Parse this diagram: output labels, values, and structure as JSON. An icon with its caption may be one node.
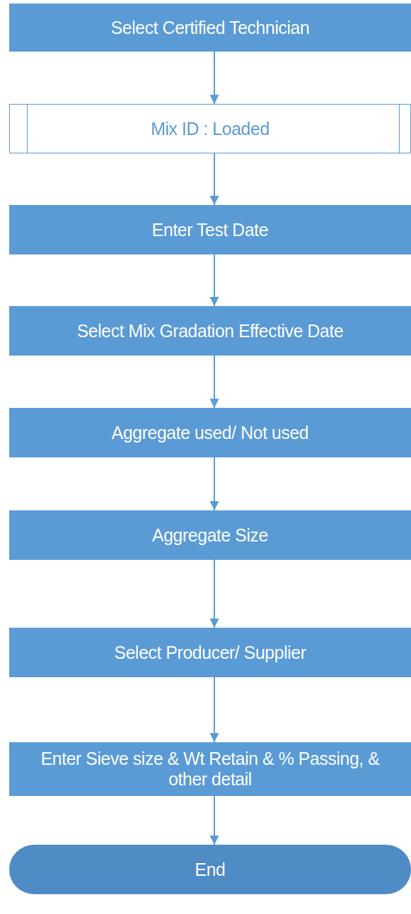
{
  "diagram": {
    "nodes": [
      {
        "text": [
          "Select Certified Technician"
        ]
      },
      {
        "text": [
          "Mix ID : Loaded"
        ]
      },
      {
        "text": [
          "Enter Test Date"
        ]
      },
      {
        "text": [
          "Select Mix Gradation Effective Date"
        ]
      },
      {
        "text": [
          "Aggregate used/ Not used"
        ]
      },
      {
        "text": [
          "Aggregate Size"
        ]
      },
      {
        "text": [
          "Select Producer/ Supplier"
        ]
      },
      {
        "text": [
          "Enter Sieve size & Wt Retain & % Passing, & other detail"
        ]
      },
      {
        "text": [
          "End"
        ]
      }
    ],
    "edges": [
      {
        "from": 0,
        "to": 1,
        "arrow": "to"
      },
      {
        "from": 1,
        "to": 2,
        "arrow": "to"
      },
      {
        "from": 2,
        "to": 3,
        "arrow": "to"
      },
      {
        "from": 3,
        "to": 4,
        "arrow": "to"
      },
      {
        "from": 4,
        "to": 5,
        "arrow": "to"
      },
      {
        "from": 5,
        "to": 6,
        "arrow": "to"
      },
      {
        "from": 6,
        "to": 7,
        "arrow": "to"
      },
      {
        "from": 7,
        "to": 8,
        "arrow": "to"
      }
    ]
  }
}
